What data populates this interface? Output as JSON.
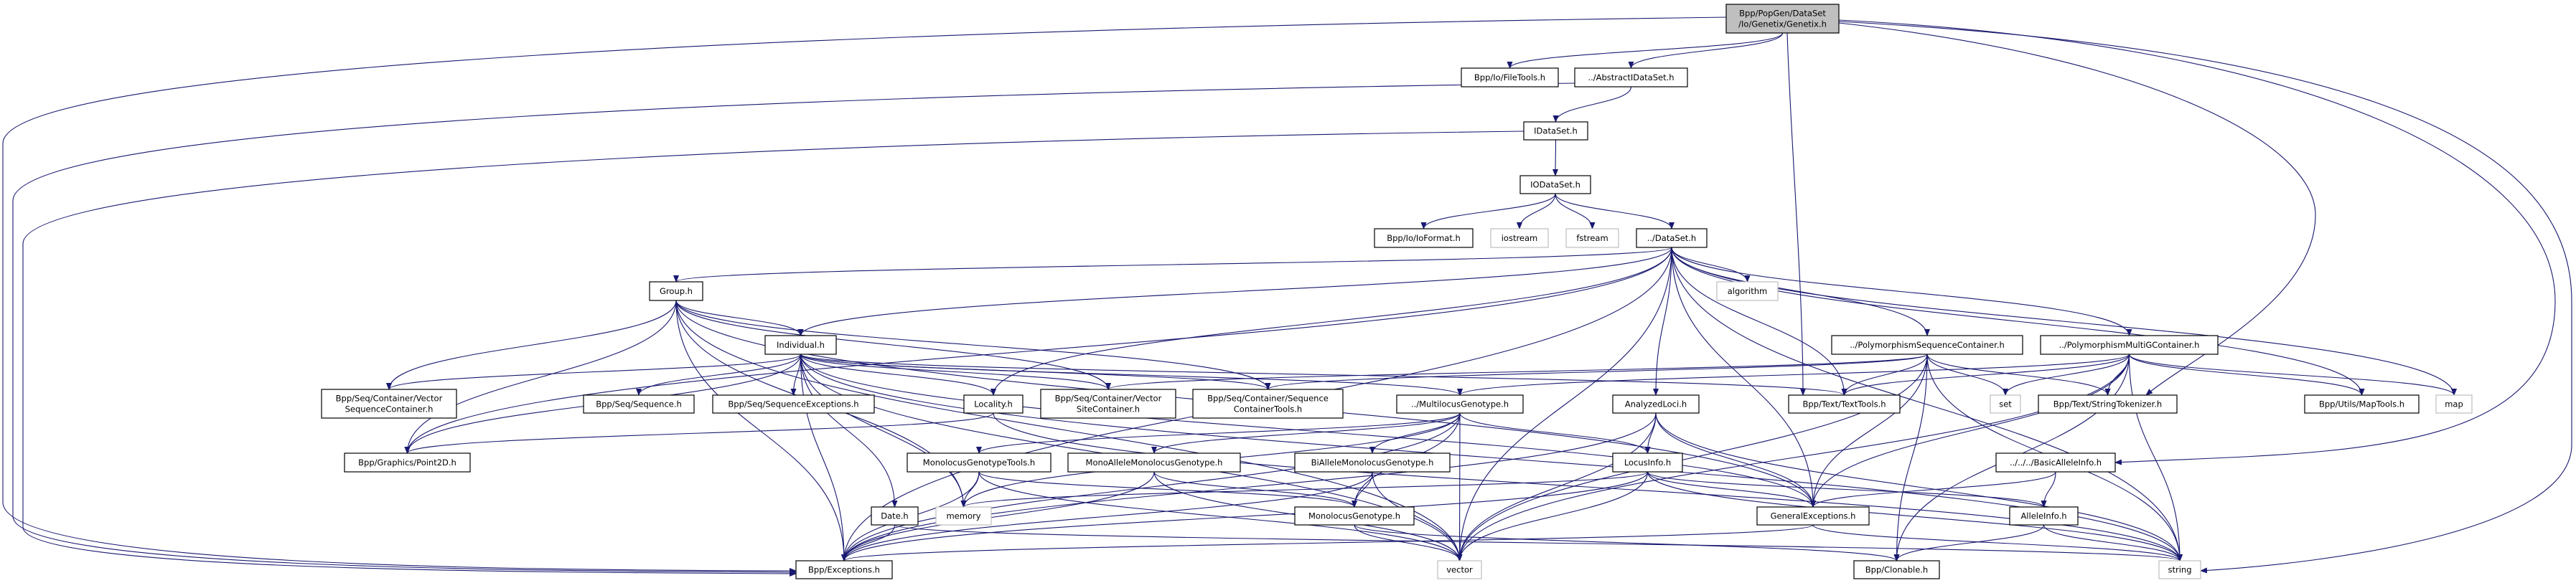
{
  "graph": {
    "edge_color": "#191970",
    "root_fill": "#bfbfbf",
    "nodes": [
      {
        "id": "genetix",
        "lines": [
          "Bpp/PopGen/DataSet",
          "/Io/Genetix/Genetix.h"
        ],
        "kind": "root"
      },
      {
        "id": "filetools",
        "lines": [
          "Bpp/Io/FileTools.h"
        ],
        "kind": "file"
      },
      {
        "id": "abstractidataset",
        "lines": [
          "../AbstractIDataSet.h"
        ],
        "kind": "file"
      },
      {
        "id": "idataset",
        "lines": [
          "IDataSet.h"
        ],
        "kind": "file"
      },
      {
        "id": "iodataset",
        "lines": [
          "IODataSet.h"
        ],
        "kind": "file"
      },
      {
        "id": "ioformat",
        "lines": [
          "Bpp/Io/IoFormat.h"
        ],
        "kind": "file"
      },
      {
        "id": "iostream",
        "lines": [
          "iostream"
        ],
        "kind": "system"
      },
      {
        "id": "fstream",
        "lines": [
          "fstream"
        ],
        "kind": "system"
      },
      {
        "id": "dataset",
        "lines": [
          "../DataSet.h"
        ],
        "kind": "file"
      },
      {
        "id": "algorithm",
        "lines": [
          "algorithm"
        ],
        "kind": "system"
      },
      {
        "id": "group",
        "lines": [
          "Group.h"
        ],
        "kind": "file"
      },
      {
        "id": "individual",
        "lines": [
          "Individual.h"
        ],
        "kind": "file"
      },
      {
        "id": "polyseq",
        "lines": [
          "../PolymorphismSequenceContainer.h"
        ],
        "kind": "file"
      },
      {
        "id": "polymultig",
        "lines": [
          "../PolymorphismMultiGContainer.h"
        ],
        "kind": "file"
      },
      {
        "id": "vecseqcont",
        "lines": [
          "Bpp/Seq/Container/Vector",
          "SequenceContainer.h"
        ],
        "kind": "file"
      },
      {
        "id": "sequence",
        "lines": [
          "Bpp/Seq/Sequence.h"
        ],
        "kind": "file"
      },
      {
        "id": "seqexceptions",
        "lines": [
          "Bpp/Seq/SequenceExceptions.h"
        ],
        "kind": "file"
      },
      {
        "id": "locality",
        "lines": [
          "Locality.h"
        ],
        "kind": "file"
      },
      {
        "id": "vecsitecont",
        "lines": [
          "Bpp/Seq/Container/Vector",
          "SiteContainer.h"
        ],
        "kind": "file"
      },
      {
        "id": "seqconttools",
        "lines": [
          "Bpp/Seq/Container/Sequence",
          "ContainerTools.h"
        ],
        "kind": "file"
      },
      {
        "id": "multilocus",
        "lines": [
          "../MultilocusGenotype.h"
        ],
        "kind": "file"
      },
      {
        "id": "analyzedloci",
        "lines": [
          "AnalyzedLoci.h"
        ],
        "kind": "file"
      },
      {
        "id": "texttools",
        "lines": [
          "Bpp/Text/TextTools.h"
        ],
        "kind": "file"
      },
      {
        "id": "set",
        "lines": [
          "set"
        ],
        "kind": "system"
      },
      {
        "id": "stringtokenizer",
        "lines": [
          "Bpp/Text/StringTokenizer.h"
        ],
        "kind": "file"
      },
      {
        "id": "maptools",
        "lines": [
          "Bpp/Utils/MapTools.h"
        ],
        "kind": "file"
      },
      {
        "id": "map",
        "lines": [
          "map"
        ],
        "kind": "system"
      },
      {
        "id": "point2d",
        "lines": [
          "Bpp/Graphics/Point2D.h"
        ],
        "kind": "file"
      },
      {
        "id": "monolocustools",
        "lines": [
          "MonolocusGenotypeTools.h"
        ],
        "kind": "file"
      },
      {
        "id": "monoallele",
        "lines": [
          "MonoAlleleMonolocusGenotype.h"
        ],
        "kind": "file"
      },
      {
        "id": "biallele",
        "lines": [
          "BiAlleleMonolocusGenotype.h"
        ],
        "kind": "file"
      },
      {
        "id": "locusinfo",
        "lines": [
          "LocusInfo.h"
        ],
        "kind": "file"
      },
      {
        "id": "basicalleleinfo",
        "lines": [
          "../../../BasicAlleleInfo.h"
        ],
        "kind": "file"
      },
      {
        "id": "date",
        "lines": [
          "Date.h"
        ],
        "kind": "file"
      },
      {
        "id": "memory",
        "lines": [
          "memory"
        ],
        "kind": "system"
      },
      {
        "id": "monolocus",
        "lines": [
          "MonolocusGenotype.h"
        ],
        "kind": "file"
      },
      {
        "id": "generalexceptions",
        "lines": [
          "GeneralExceptions.h"
        ],
        "kind": "file"
      },
      {
        "id": "alleleinfo",
        "lines": [
          "AlleleInfo.h"
        ],
        "kind": "file"
      },
      {
        "id": "exceptions",
        "lines": [
          "Bpp/Exceptions.h"
        ],
        "kind": "file"
      },
      {
        "id": "vector",
        "lines": [
          "vector"
        ],
        "kind": "system"
      },
      {
        "id": "clonable",
        "lines": [
          "Bpp/Clonable.h"
        ],
        "kind": "file"
      },
      {
        "id": "string",
        "lines": [
          "string"
        ],
        "kind": "system"
      }
    ],
    "edges": [
      [
        "genetix",
        "filetools"
      ],
      [
        "genetix",
        "abstractidataset"
      ],
      [
        "genetix",
        "exceptions"
      ],
      [
        "genetix",
        "texttools"
      ],
      [
        "genetix",
        "stringtokenizer"
      ],
      [
        "genetix",
        "basicalleleinfo"
      ],
      [
        "genetix",
        "string"
      ],
      [
        "abstractidataset",
        "idataset"
      ],
      [
        "abstractidataset",
        "exceptions"
      ],
      [
        "idataset",
        "iodataset"
      ],
      [
        "idataset",
        "exceptions"
      ],
      [
        "iodataset",
        "ioformat"
      ],
      [
        "iodataset",
        "iostream"
      ],
      [
        "iodataset",
        "fstream"
      ],
      [
        "iodataset",
        "dataset"
      ],
      [
        "dataset",
        "group"
      ],
      [
        "dataset",
        "individual"
      ],
      [
        "dataset",
        "locality"
      ],
      [
        "dataset",
        "algorithm"
      ],
      [
        "dataset",
        "vector"
      ],
      [
        "dataset",
        "analyzedloci"
      ],
      [
        "dataset",
        "polyseq"
      ],
      [
        "dataset",
        "polymultig"
      ],
      [
        "dataset",
        "maptools"
      ],
      [
        "dataset",
        "map"
      ],
      [
        "dataset",
        "string"
      ],
      [
        "dataset",
        "exceptions"
      ],
      [
        "dataset",
        "point2d"
      ],
      [
        "dataset",
        "generalexceptions"
      ],
      [
        "dataset",
        "texttools"
      ],
      [
        "group",
        "individual"
      ],
      [
        "group",
        "exceptions"
      ],
      [
        "group",
        "vecseqcont"
      ],
      [
        "group",
        "point2d"
      ],
      [
        "group",
        "vecsitecont"
      ],
      [
        "group",
        "seqconttools"
      ],
      [
        "group",
        "generalexceptions"
      ],
      [
        "group",
        "memory"
      ],
      [
        "group",
        "vector"
      ],
      [
        "individual",
        "vecseqcont"
      ],
      [
        "individual",
        "sequence"
      ],
      [
        "individual",
        "seqexceptions"
      ],
      [
        "individual",
        "locality"
      ],
      [
        "individual",
        "vecsitecont"
      ],
      [
        "individual",
        "seqconttools"
      ],
      [
        "individual",
        "multilocus"
      ],
      [
        "individual",
        "texttools"
      ],
      [
        "individual",
        "generalexceptions"
      ],
      [
        "individual",
        "exceptions"
      ],
      [
        "individual",
        "date"
      ],
      [
        "individual",
        "memory"
      ],
      [
        "individual",
        "point2d"
      ],
      [
        "individual",
        "vector"
      ],
      [
        "individual",
        "string"
      ],
      [
        "locality",
        "point2d"
      ],
      [
        "locality",
        "string"
      ],
      [
        "multilocus",
        "monolocustools"
      ],
      [
        "multilocus",
        "monoallele"
      ],
      [
        "multilocus",
        "biallele"
      ],
      [
        "multilocus",
        "monolocus"
      ],
      [
        "multilocus",
        "locusinfo"
      ],
      [
        "multilocus",
        "vector"
      ],
      [
        "multilocus",
        "exceptions"
      ],
      [
        "multilocus",
        "memory"
      ],
      [
        "monolocustools",
        "memory"
      ],
      [
        "monolocustools",
        "exceptions"
      ],
      [
        "monolocustools",
        "monolocus"
      ],
      [
        "monolocustools",
        "vector"
      ],
      [
        "monoallele",
        "monolocus"
      ],
      [
        "monoallele",
        "exceptions"
      ],
      [
        "monoallele",
        "vector"
      ],
      [
        "biallele",
        "monolocus"
      ],
      [
        "biallele",
        "vector"
      ],
      [
        "biallele",
        "exceptions"
      ],
      [
        "monolocus",
        "vector"
      ],
      [
        "monolocus",
        "clonable"
      ],
      [
        "analyzedloci",
        "locusinfo"
      ],
      [
        "analyzedloci",
        "generalexceptions"
      ],
      [
        "analyzedloci",
        "vector"
      ],
      [
        "analyzedloci",
        "string"
      ],
      [
        "analyzedloci",
        "exceptions"
      ],
      [
        "locusinfo",
        "memory"
      ],
      [
        "locusinfo",
        "exceptions"
      ],
      [
        "locusinfo",
        "generalexceptions"
      ],
      [
        "locusinfo",
        "alleleinfo"
      ],
      [
        "locusinfo",
        "vector"
      ],
      [
        "locusinfo",
        "string"
      ],
      [
        "date",
        "exceptions"
      ],
      [
        "date",
        "string"
      ],
      [
        "polyseq",
        "texttools"
      ],
      [
        "polyseq",
        "set"
      ],
      [
        "polyseq",
        "stringtokenizer"
      ],
      [
        "polyseq",
        "clonable"
      ],
      [
        "polyseq",
        "string"
      ],
      [
        "polyseq",
        "generalexceptions"
      ],
      [
        "polyseq",
        "vecsitecont"
      ],
      [
        "polyseq",
        "seqconttools"
      ],
      [
        "polyseq",
        "vector"
      ],
      [
        "polymultig",
        "texttools"
      ],
      [
        "polymultig",
        "set"
      ],
      [
        "polymultig",
        "stringtokenizer"
      ],
      [
        "polymultig",
        "maptools"
      ],
      [
        "polymultig",
        "map"
      ],
      [
        "polymultig",
        "string"
      ],
      [
        "polymultig",
        "generalexceptions"
      ],
      [
        "polymultig",
        "clonable"
      ],
      [
        "polymultig",
        "multilocus"
      ],
      [
        "polymultig",
        "vector"
      ],
      [
        "basicalleleinfo",
        "generalexceptions"
      ],
      [
        "basicalleleinfo",
        "alleleinfo"
      ],
      [
        "alleleinfo",
        "clonable"
      ],
      [
        "alleleinfo",
        "string"
      ],
      [
        "generalexceptions",
        "exceptions"
      ],
      [
        "generalexceptions",
        "string"
      ]
    ]
  }
}
